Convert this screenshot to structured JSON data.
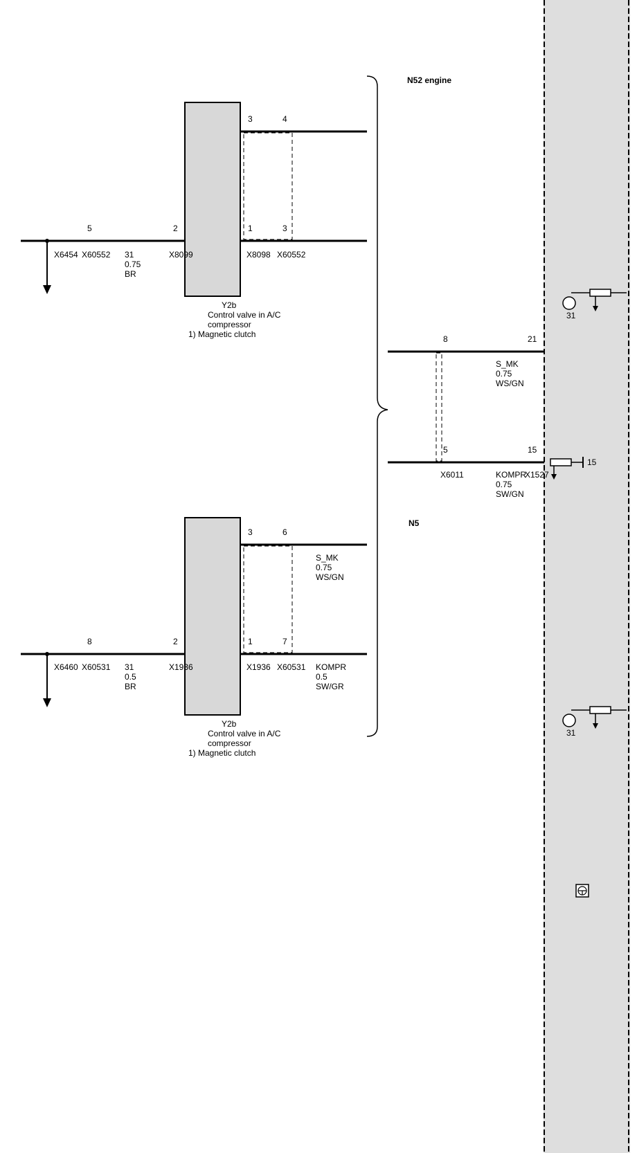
{
  "colors": {
    "module_fill": "#dedede",
    "component_fill": "#d8d8d8",
    "wire": "#000000"
  },
  "groups": {
    "n52": "N52 engine",
    "n5": "N5"
  },
  "top": {
    "component": {
      "id": "Y2b",
      "name": "Control valve in A/C",
      "name2": "compressor",
      "note": "1) Magnetic clutch"
    },
    "pins": {
      "p3": "3",
      "p4": "4",
      "p1": "1",
      "p3b": "3",
      "p2": "2",
      "p5": "5"
    },
    "connectors": {
      "x8098": "X8098",
      "x60552a": "X60552",
      "x8099": "X8099",
      "x60552b": "X60552",
      "x6454": "X6454"
    },
    "ground_wire": {
      "signal": "31",
      "size": "0.75",
      "color": "BR"
    }
  },
  "bottom": {
    "component": {
      "id": "Y2b",
      "name": "Control valve in A/C",
      "name2": "compressor",
      "note": "1) Magnetic clutch"
    },
    "pins": {
      "p3": "3",
      "p6": "6",
      "p1": "1",
      "p7": "7",
      "p2": "2",
      "p8": "8"
    },
    "connectors": {
      "x1936a": "X1936",
      "x60531a": "X60531",
      "x1936b": "X1936",
      "x60531b": "X60531",
      "x6460": "X6460"
    },
    "wire_smk": {
      "signal": "S_MK",
      "size": "0.75",
      "color": "WS/GN"
    },
    "wire_kompr": {
      "signal": "KOMPR",
      "size": "0.5",
      "color": "SW/GR"
    },
    "ground_wire": {
      "signal": "31",
      "size": "0.5",
      "color": "BR"
    }
  },
  "module": {
    "pins": {
      "p21": "21",
      "p15": "15"
    },
    "connector": "X1527",
    "wire_smk": {
      "signal": "S_MK",
      "size": "0.75",
      "color": "WS/GN"
    },
    "wire_kompr": {
      "signal": "KOMPR",
      "size": "0.75",
      "color": "SW/GN"
    },
    "inline": {
      "p8": "8",
      "p5": "5",
      "connector": "X6011"
    },
    "ground_label_a": "31",
    "ground_label_b": "31",
    "supply_label": "15",
    "icon": "steering-wheel-icon"
  }
}
